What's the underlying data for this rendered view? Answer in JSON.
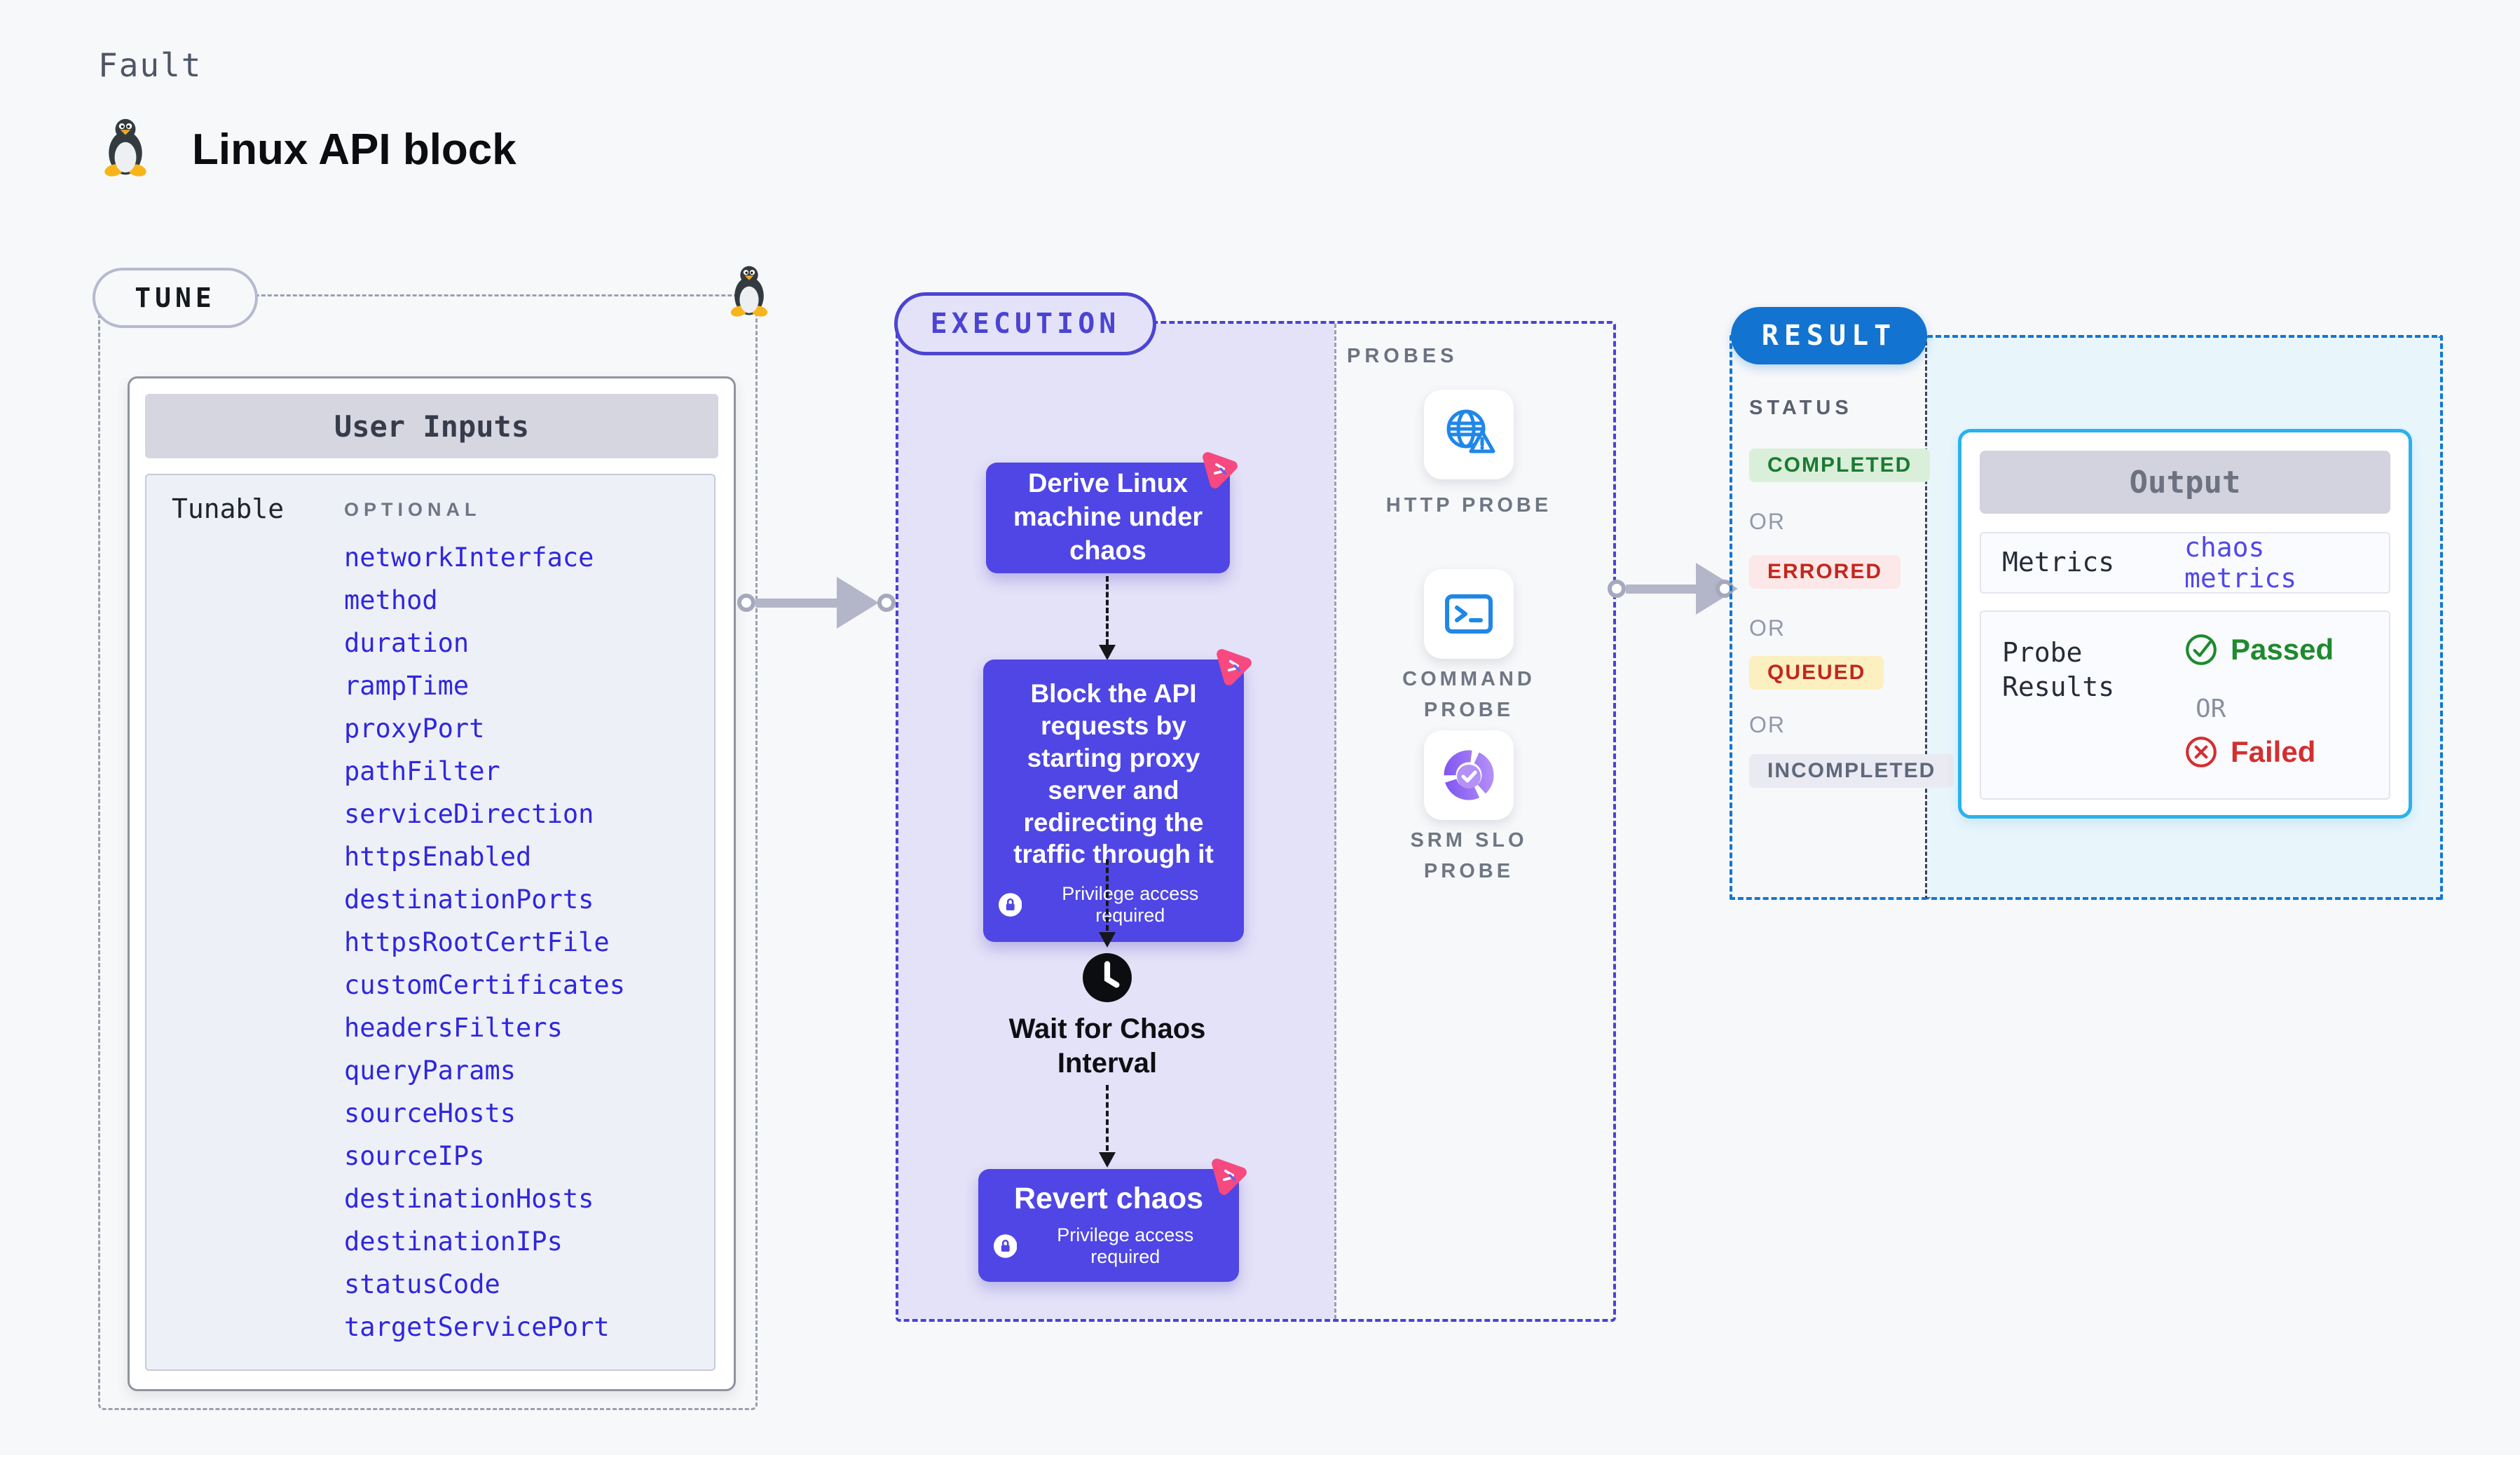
{
  "page": {
    "kicker": "Fault",
    "title": "Linux API block"
  },
  "tune": {
    "label": "TUNE",
    "panel_title": "User Inputs",
    "row_label": "Tunable",
    "row_tag": "OPTIONAL",
    "params": [
      "networkInterface",
      "method",
      "duration",
      "rampTime",
      "proxyPort",
      "pathFilter",
      "serviceDirection",
      "httpsEnabled",
      "destinationPorts",
      "httpsRootCertFile",
      "customCertificates",
      "headersFilters",
      "queryParams",
      "sourceHosts",
      "sourceIPs",
      "destinationHosts",
      "destinationIPs",
      "statusCode",
      "targetServicePort"
    ]
  },
  "execution": {
    "label": "EXECUTION",
    "step1": "Derive Linux machine under chaos",
    "step2": "Block the API requests by starting proxy server and redirecting the traffic through it",
    "wait_label": "Wait for Chaos Interval",
    "revert_label": "Revert chaos",
    "privilege_note": "Privilege access required"
  },
  "probes": {
    "label": "PROBES",
    "items": [
      {
        "name": "HTTP PROBE",
        "icon": "globe-alert-icon"
      },
      {
        "name": "COMMAND PROBE",
        "icon": "terminal-icon"
      },
      {
        "name": "SRM SLO PROBE",
        "icon": "slo-donut-icon"
      }
    ]
  },
  "result": {
    "label": "RESULT",
    "status_label": "STATUS",
    "or_label": "OR",
    "statuses": [
      {
        "label": "COMPLETED",
        "bg": "#d9efd9",
        "color": "#1b7a30"
      },
      {
        "label": "ERRORED",
        "bg": "#fce8e8",
        "color": "#c3271f"
      },
      {
        "label": "QUEUED",
        "bg": "#fcf0c0",
        "color": "#c3271f"
      },
      {
        "label": "INCOMPLETED",
        "bg": "#e9eaf2",
        "color": "#5f687b"
      }
    ],
    "output": {
      "title": "Output",
      "metrics_label": "Metrics",
      "metrics_value": "chaos metrics",
      "probe_results_label": "Probe Results",
      "passed_label": "Passed",
      "or_label": "OR",
      "failed_label": "Failed"
    }
  },
  "colors": {
    "accent_indigo": "#4b44d2",
    "box_indigo": "#4f46e5",
    "result_blue": "#1273d0",
    "output_border": "#29b2ef",
    "param_blue": "#2f27de",
    "passed_green": "#1e8a2e",
    "failed_red": "#d32f2f",
    "badge_pink": "#f64980"
  }
}
